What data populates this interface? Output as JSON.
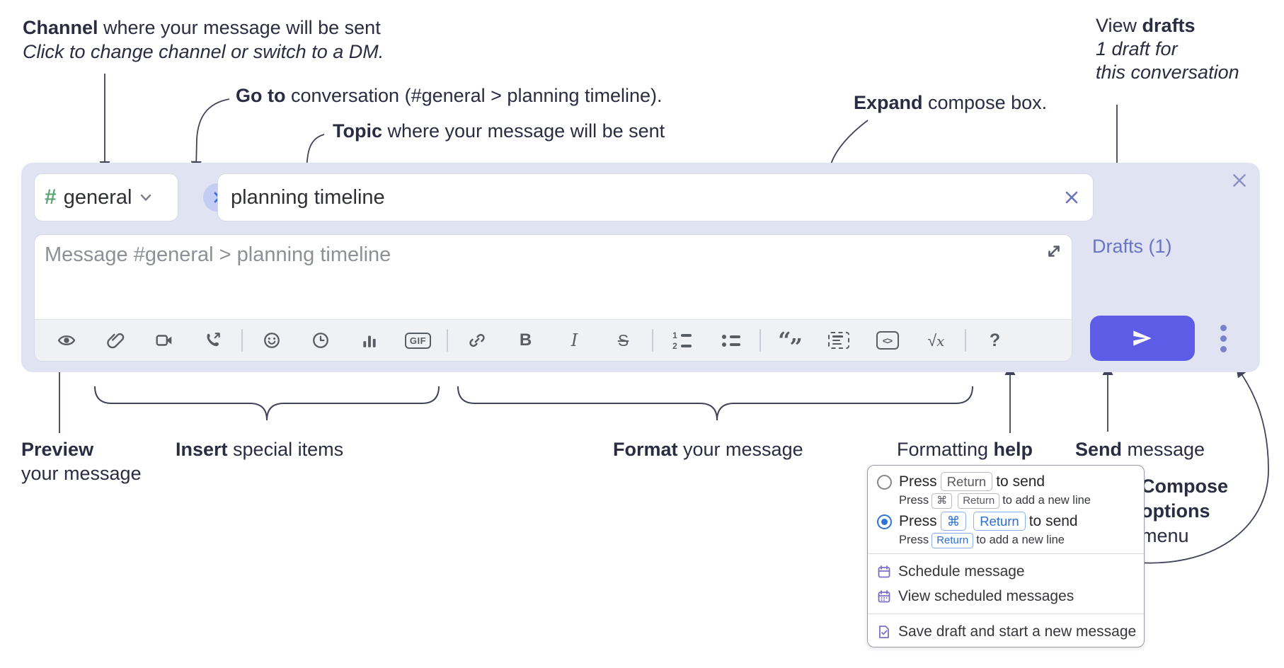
{
  "annotations": {
    "channel": {
      "lead": "Channel",
      "rest": " where your message will be sent",
      "line2": "Click to change channel or switch to a DM."
    },
    "goto": {
      "lead": "Go to",
      "rest": " conversation (#general > planning timeline)."
    },
    "topic": {
      "lead": "Topic",
      "rest": " where your message will be sent"
    },
    "expand": {
      "lead": "Expand",
      "rest": " compose box."
    },
    "view_drafts": {
      "pre": "View ",
      "lead": "drafts",
      "line2": "1 draft for",
      "line3": "this conversation"
    },
    "preview": {
      "lead": "Preview",
      "line2": "your message"
    },
    "insert": {
      "lead": "Insert",
      "rest": " special items"
    },
    "format": {
      "lead": "Format",
      "rest": " your message"
    },
    "formatting_help": {
      "pre": "Formatting ",
      "lead": "help"
    },
    "send": {
      "lead": "Send",
      "rest": " message"
    },
    "compose_options": {
      "line1": "Compose",
      "line2": "options",
      "line3": "menu"
    }
  },
  "composer": {
    "channel_hash": "#",
    "channel_name": "general",
    "topic_value": "planning timeline",
    "message_placeholder": "Message #general > planning timeline",
    "drafts_label": "Drafts (1)"
  },
  "toolbar": {
    "gif": "GIF",
    "bold": "B",
    "italic": "I",
    "strike": "S",
    "ol_1": "1",
    "ol_2": "2",
    "quote_open": "“",
    "quote_close": "”",
    "code": "<>",
    "math_root": "√",
    "math_x": "x",
    "help": "?"
  },
  "menu": {
    "press": "Press",
    "to_send": "to send",
    "to_newline": "to add a new line",
    "key_return": "Return",
    "key_cmd": "⌘",
    "items": [
      "Schedule message",
      "View scheduled messages",
      "Save draft and start a new message"
    ]
  },
  "colors": {
    "panel_bg": "#e0e3f2",
    "send_button": "#5d5ce6",
    "drafts_link": "#6b74c4",
    "selected_radio_blue": "#2a74dc",
    "channel_hash_green": "#5ea575",
    "menu_icon_purple": "#7e6dcb"
  }
}
